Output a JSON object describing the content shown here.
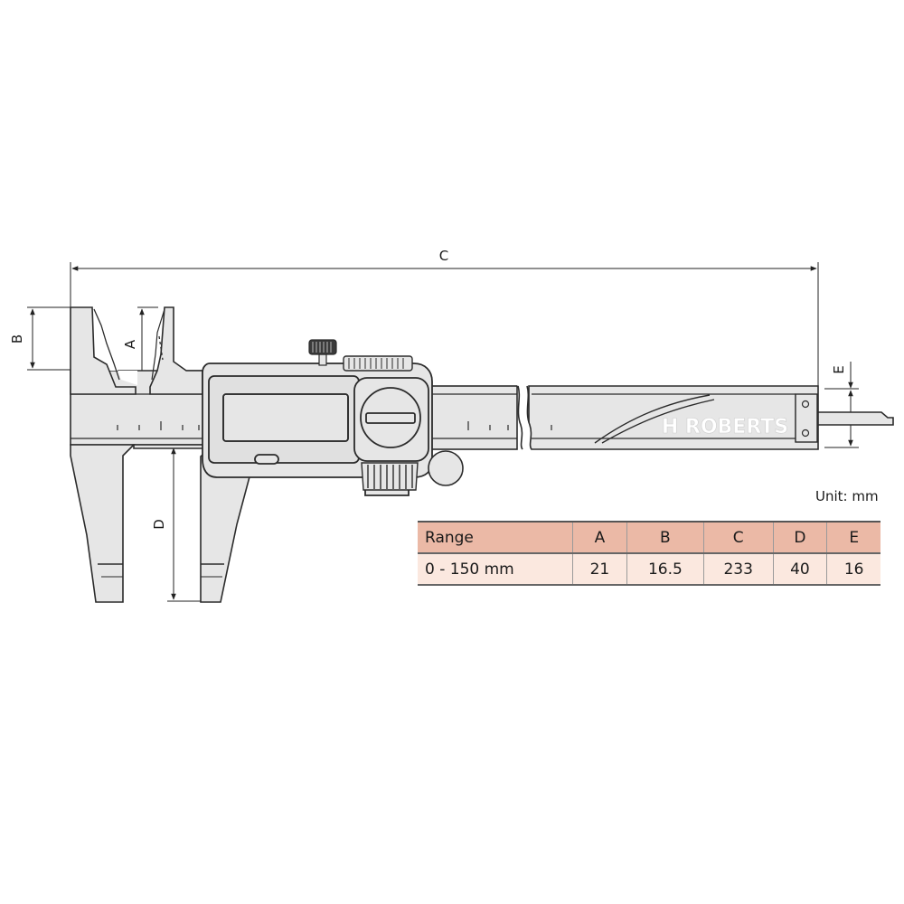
{
  "dimension_labels": {
    "A": "A",
    "B": "B",
    "C": "C",
    "D": "D",
    "E": "E"
  },
  "watermark": "H ROBERTS",
  "unit_label": "Unit: mm",
  "table": {
    "headers": [
      "Range",
      "A",
      "B",
      "C",
      "D",
      "E"
    ],
    "rows": [
      [
        "0 - 150 mm",
        "21",
        "16.5",
        "233",
        "40",
        "16"
      ]
    ]
  },
  "colors": {
    "body_fill": "#e6e6e6",
    "outline": "#2b2b2b",
    "header_fill": "#ebb9a6",
    "row_fill": "#fbe8df"
  }
}
